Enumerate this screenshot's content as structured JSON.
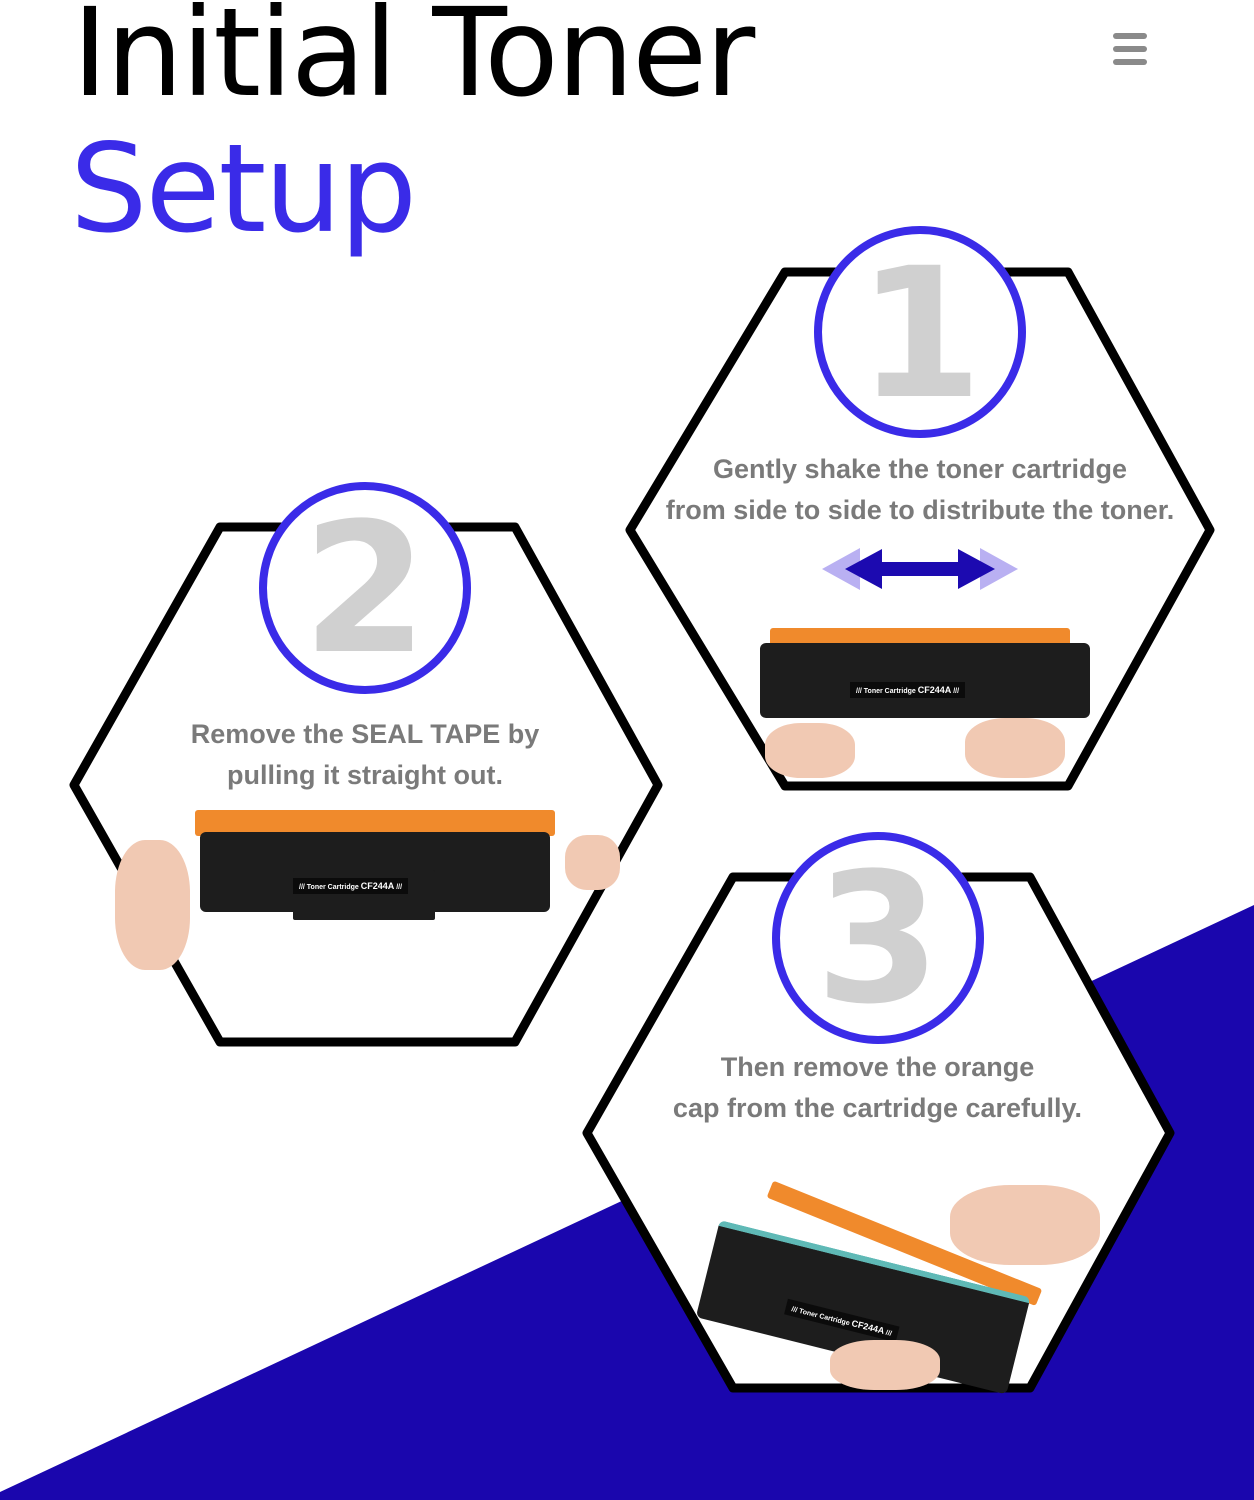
{
  "title": {
    "line1": "Initial Toner",
    "line2": "Setup"
  },
  "menu_icon": "hamburger-menu-icon",
  "colors": {
    "accent": "#3a2be8",
    "background_band": "#1a06ad",
    "text_gray": "#7a7a7a",
    "number_gray": "#d0d0d0",
    "cap_orange": "#f08a2c"
  },
  "steps": [
    {
      "number": "1",
      "line1": "Gently shake the toner cartridge",
      "line2": "from side to side to distribute the  toner.",
      "icon": "double-arrow-icon"
    },
    {
      "number": "2",
      "line1": "Remove the SEAL TAPE by",
      "line2": "pulling it straight out."
    },
    {
      "number": "3",
      "line1": "Then remove the orange",
      "line2": "cap from the cartridge carefully."
    }
  ],
  "cartridge_label": {
    "text": "Toner Cartridge",
    "model": "CF244A"
  }
}
